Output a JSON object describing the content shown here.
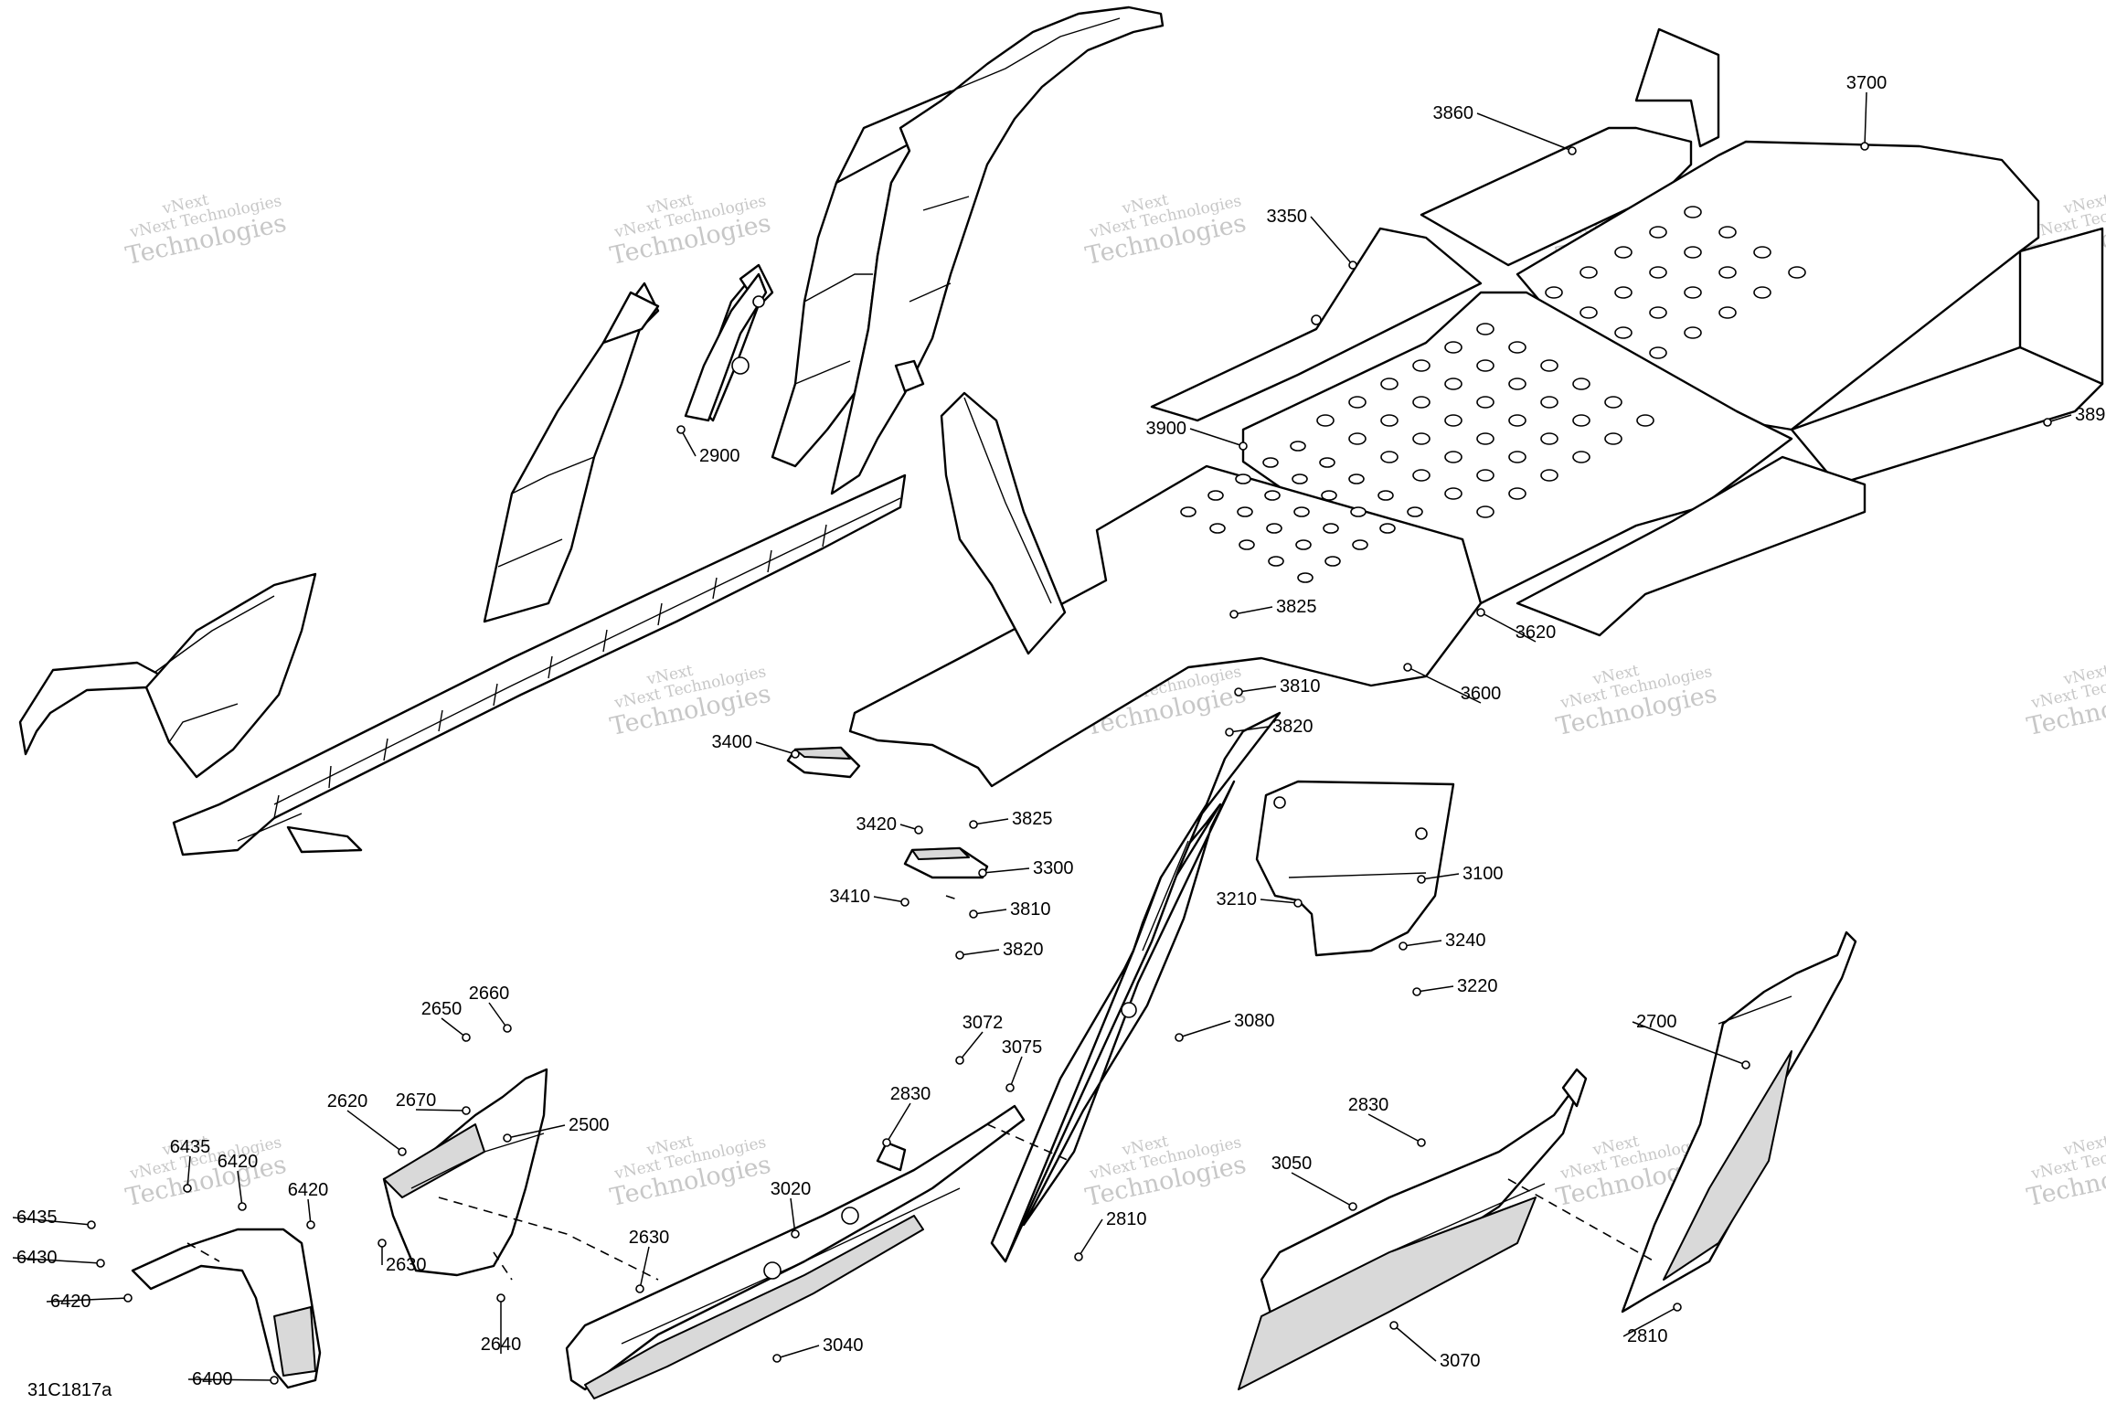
{
  "figure_code": "31C1817a",
  "watermark": {
    "line1": "vNext Technologies",
    "line2": "Technologies",
    "stamp": "vNext"
  },
  "callouts": [
    {
      "id": "c2900",
      "text": "2900"
    },
    {
      "id": "c3860",
      "text": "3860"
    },
    {
      "id": "c3700",
      "text": "3700"
    },
    {
      "id": "c3350",
      "text": "3350"
    },
    {
      "id": "c3900",
      "text": "3900"
    },
    {
      "id": "c389x",
      "text": "389"
    },
    {
      "id": "c3825a",
      "text": "3825"
    },
    {
      "id": "c3620",
      "text": "3620"
    },
    {
      "id": "c3810a",
      "text": "3810"
    },
    {
      "id": "c3600",
      "text": "3600"
    },
    {
      "id": "c3820a",
      "text": "3820"
    },
    {
      "id": "c3400",
      "text": "3400"
    },
    {
      "id": "c3825b",
      "text": "3825"
    },
    {
      "id": "c3420",
      "text": "3420"
    },
    {
      "id": "c3300",
      "text": "3300"
    },
    {
      "id": "c3410",
      "text": "3410"
    },
    {
      "id": "c3810b",
      "text": "3810"
    },
    {
      "id": "c3820b",
      "text": "3820"
    },
    {
      "id": "c3210",
      "text": "3210"
    },
    {
      "id": "c3100",
      "text": "3100"
    },
    {
      "id": "c3240",
      "text": "3240"
    },
    {
      "id": "c3220",
      "text": "3220"
    },
    {
      "id": "c2660",
      "text": "2660"
    },
    {
      "id": "c2650",
      "text": "2650"
    },
    {
      "id": "c3072",
      "text": "3072"
    },
    {
      "id": "c3075",
      "text": "3075"
    },
    {
      "id": "c3080",
      "text": "3080"
    },
    {
      "id": "c2700",
      "text": "2700"
    },
    {
      "id": "c2620",
      "text": "2620"
    },
    {
      "id": "c2670",
      "text": "2670"
    },
    {
      "id": "c2830a",
      "text": "2830"
    },
    {
      "id": "c2830b",
      "text": "2830"
    },
    {
      "id": "c2500",
      "text": "2500"
    },
    {
      "id": "c6435a",
      "text": "6435"
    },
    {
      "id": "c6420a",
      "text": "6420"
    },
    {
      "id": "c6420b",
      "text": "6420"
    },
    {
      "id": "c3020",
      "text": "3020"
    },
    {
      "id": "c3050",
      "text": "3050"
    },
    {
      "id": "c6435b",
      "text": "6435"
    },
    {
      "id": "c2630a",
      "text": "2630"
    },
    {
      "id": "c2630b",
      "text": "2630"
    },
    {
      "id": "c2810a",
      "text": "2810"
    },
    {
      "id": "c6430",
      "text": "6430"
    },
    {
      "id": "c6420c",
      "text": "6420"
    },
    {
      "id": "c2640",
      "text": "2640"
    },
    {
      "id": "c3040",
      "text": "3040"
    },
    {
      "id": "c3070",
      "text": "3070"
    },
    {
      "id": "c2810b",
      "text": "2810"
    },
    {
      "id": "c6400",
      "text": "6400"
    }
  ]
}
